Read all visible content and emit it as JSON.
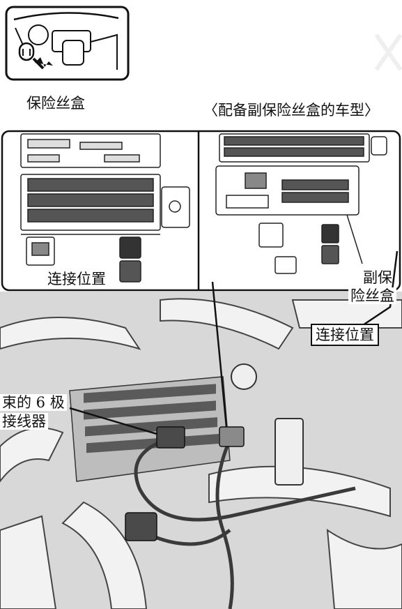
{
  "labels": {
    "fuse_box": "保险丝盒",
    "variant_title": "〈配备副保险丝盒的车型〉",
    "connection_position_left": "连接位置",
    "sub_fuse_box_line1": "副保",
    "sub_fuse_box_line2": "险丝盒",
    "connection_position_right": "连接位置",
    "harness_connector_line1": "束的 6 极",
    "harness_connector_line2": "接线器"
  },
  "icons": {
    "locator": "dashboard-location-icon"
  },
  "colors": {
    "line": "#111111",
    "panel_bg": "#ffffff",
    "photo_bg": "#d9d9d9",
    "harness": "#3a3a3a",
    "watermark": "#eeeeee"
  }
}
